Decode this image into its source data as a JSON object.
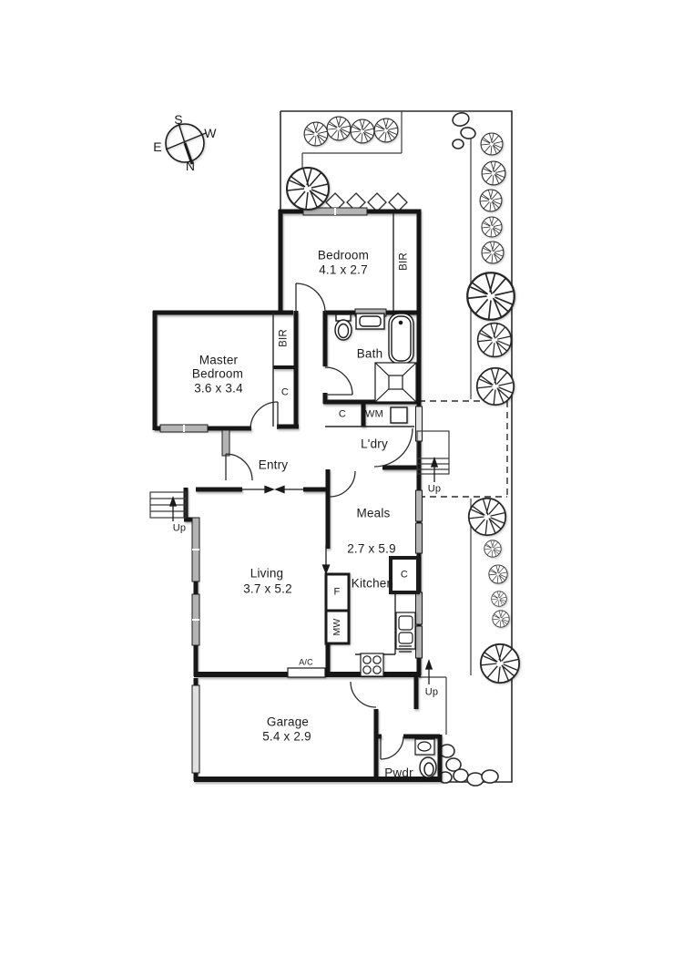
{
  "compass": {
    "n": "N",
    "s": "S",
    "e": "E",
    "w": "W"
  },
  "rooms": {
    "bedroom": {
      "name": "Bedroom",
      "dims": "4.1 x 2.7"
    },
    "master_bedroom": {
      "line1": "Master",
      "line2": "Bedroom",
      "dims": "3.6 x 3.4"
    },
    "bath": {
      "name": "Bath"
    },
    "laundry": {
      "name": "L'dry"
    },
    "entry": {
      "name": "Entry"
    },
    "meals": {
      "name": "Meals",
      "dims": "2.7 x 5.9"
    },
    "living": {
      "name": "Living",
      "dims": "3.7 x 5.2"
    },
    "kitchen": {
      "name": "Kitchen"
    },
    "garage": {
      "name": "Garage",
      "dims": "5.4 x 2.9"
    },
    "powder": {
      "name": "Pwdr"
    }
  },
  "labels": {
    "built_in_robe": "BIR",
    "cupboard": "C",
    "washing_machine": "WM",
    "fridge": "F",
    "microwave": "MW",
    "air_conditioner": "A/C",
    "stairs_up": "Up"
  },
  "colors": {
    "wall": "#161616",
    "thin_line": "#2b2b2b",
    "window_fill": "#b4b4b4",
    "door_panel": "#e4e4e4"
  }
}
